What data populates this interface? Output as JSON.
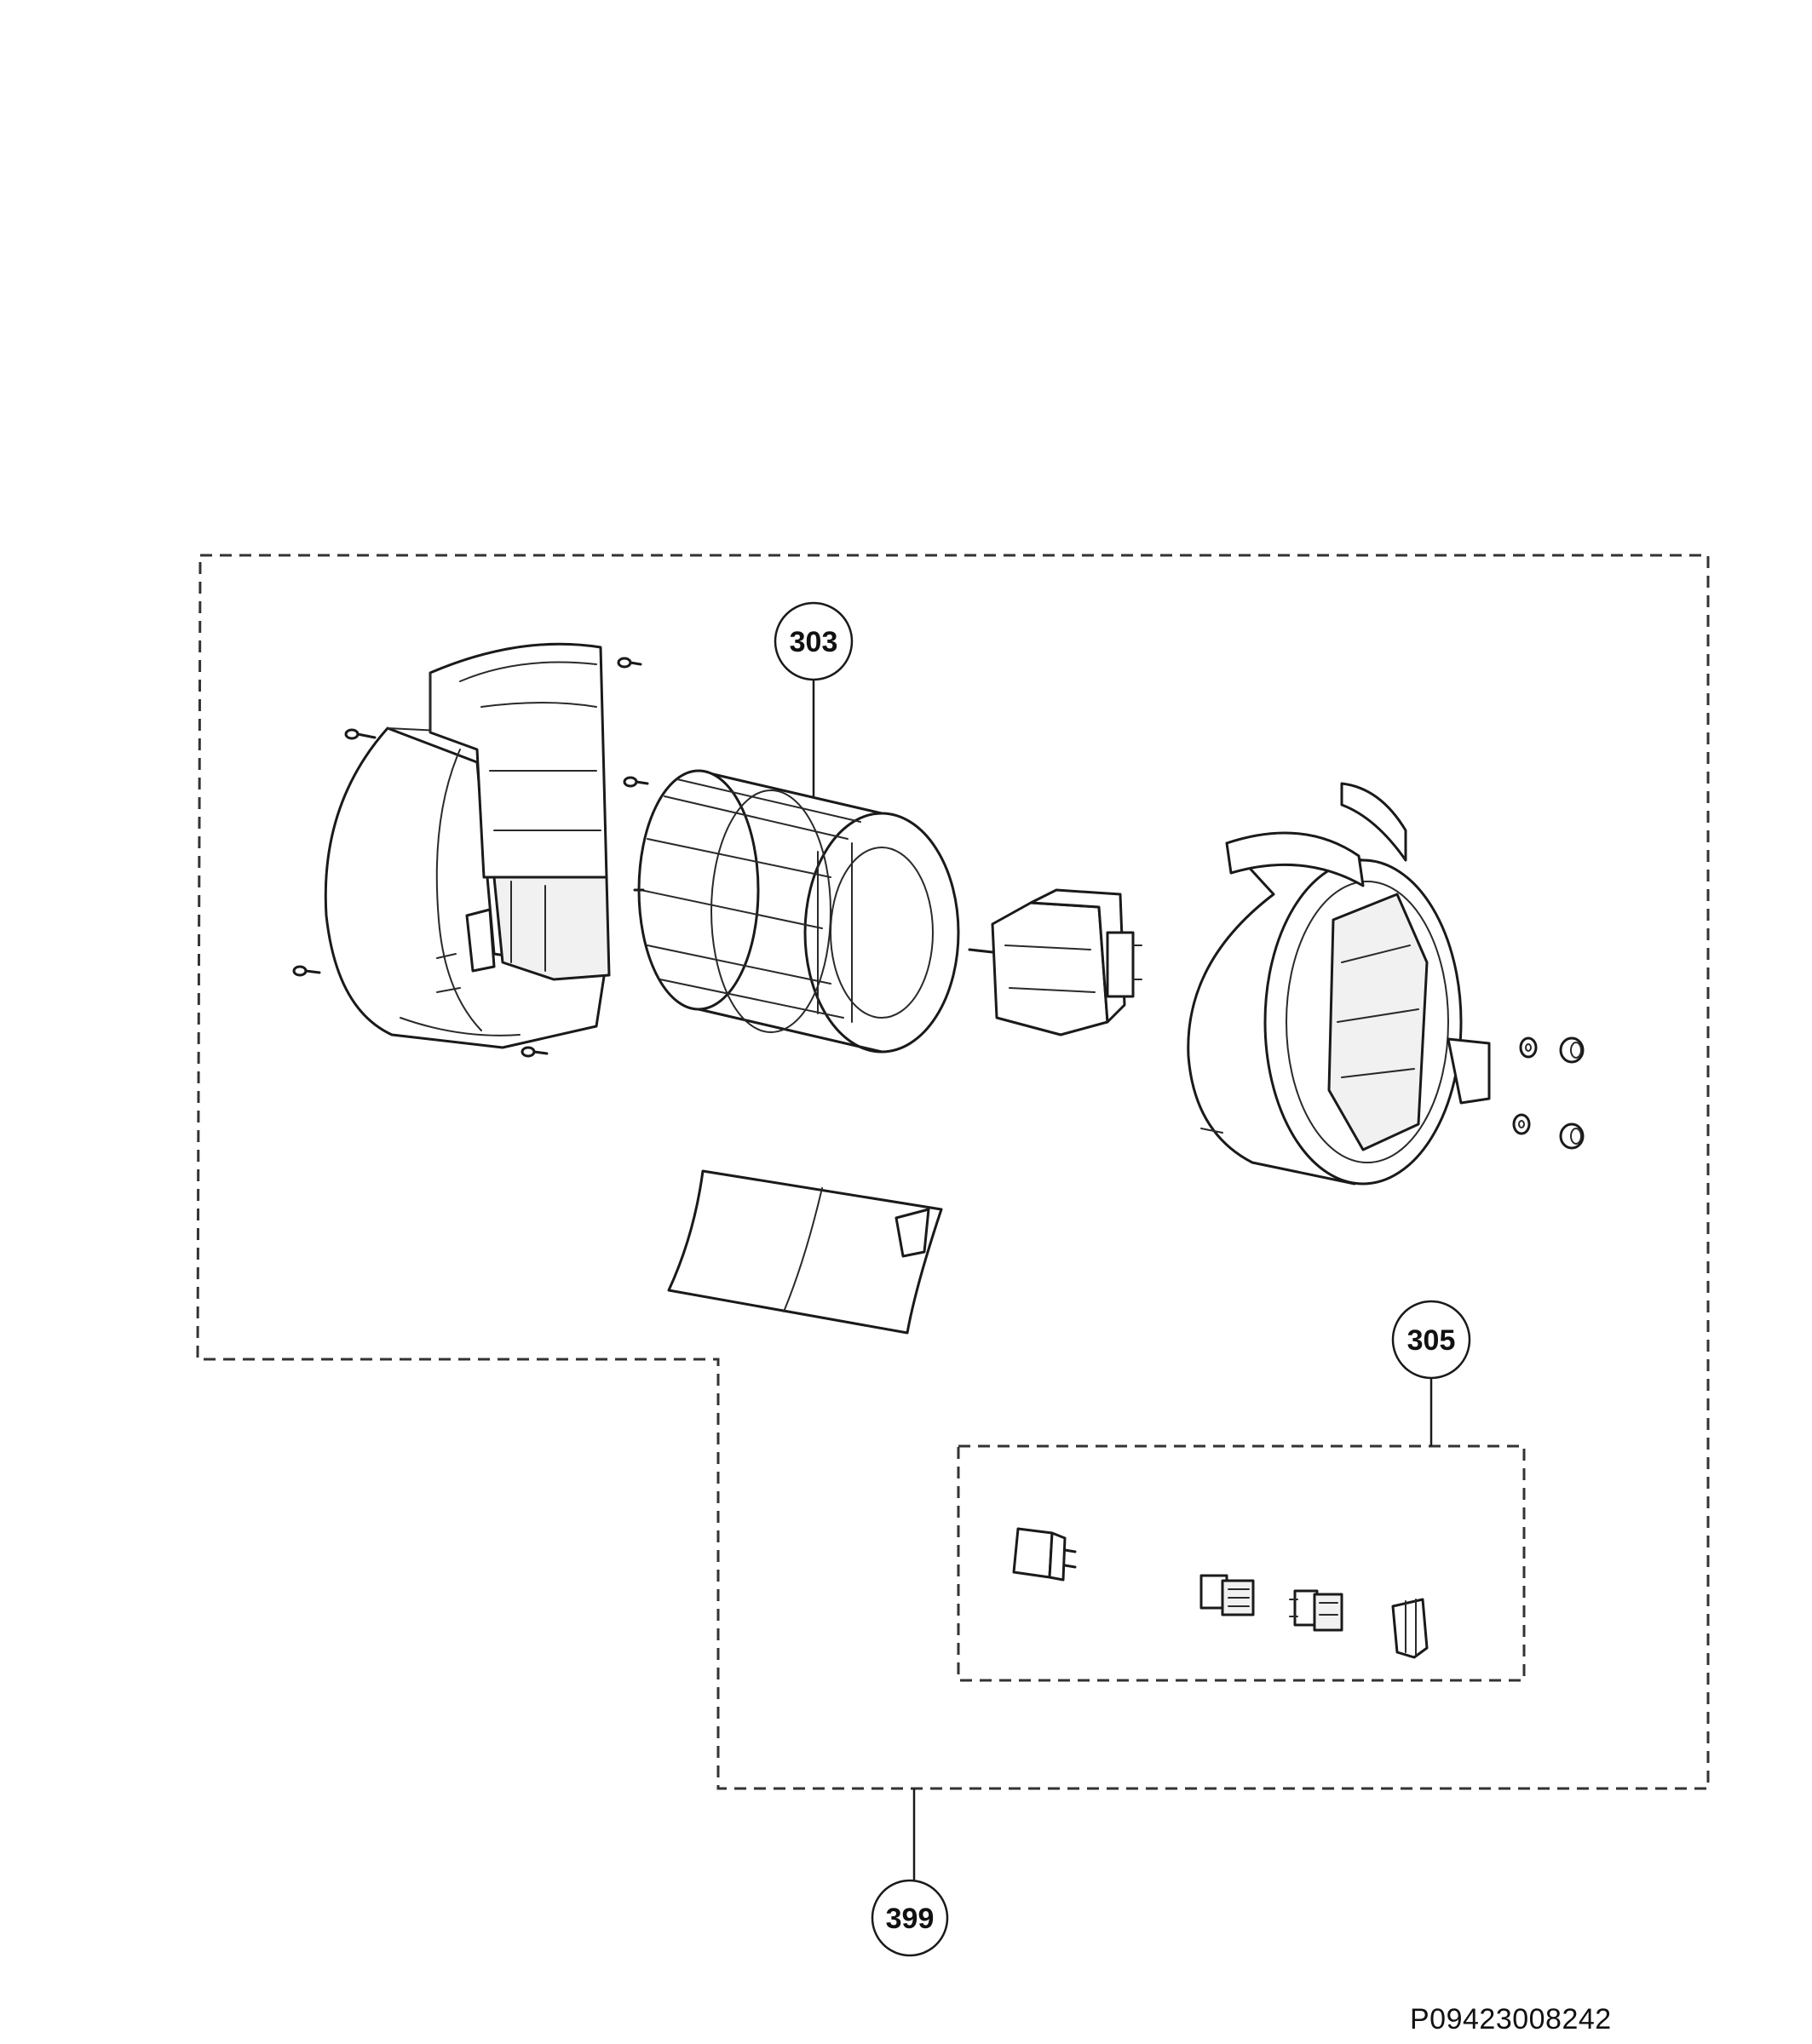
{
  "callouts": {
    "fan_wheel": "303",
    "connector_kit": "305",
    "motor_assembly": "399"
  },
  "drawing_code": "P09423008242"
}
